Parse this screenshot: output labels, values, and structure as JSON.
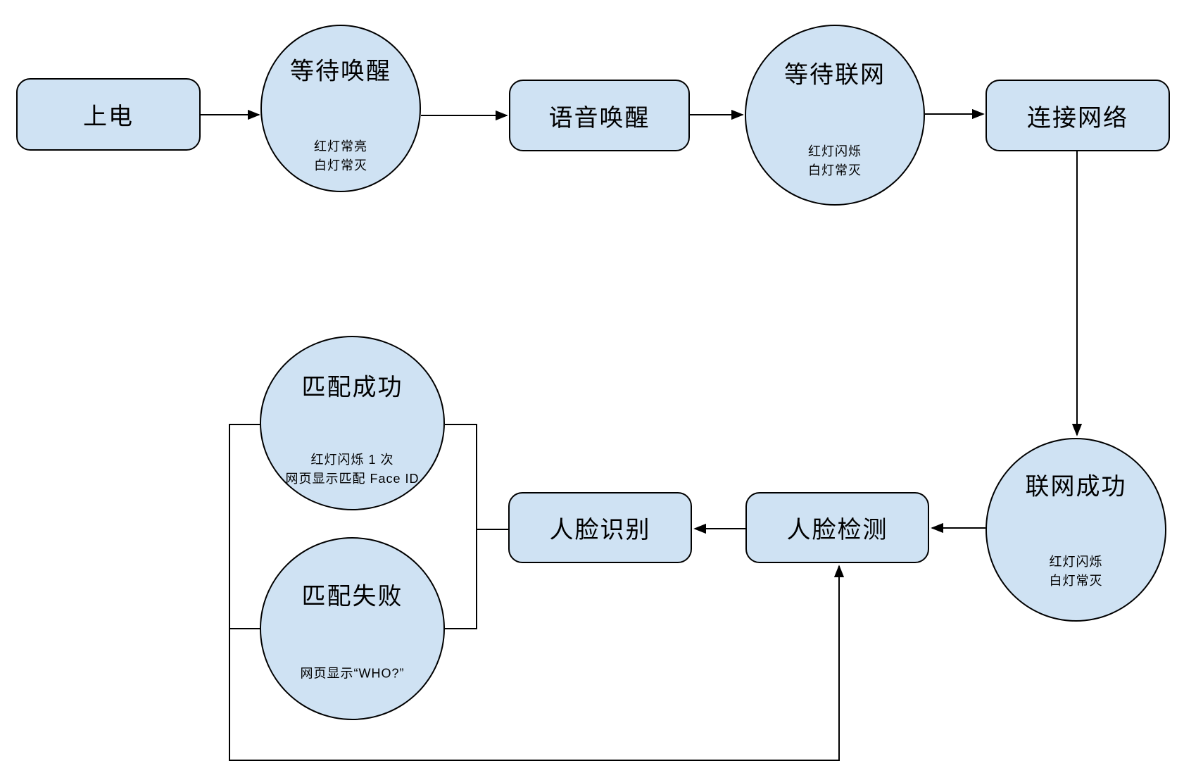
{
  "colors": {
    "node_fill": "#cfe2f3",
    "node_stroke": "#000000",
    "connector": "#000000",
    "background": "#ffffff"
  },
  "nodes": {
    "power_on": {
      "shape": "rectangle",
      "label": "上电"
    },
    "wait_wake": {
      "shape": "circle",
      "label": "等待唤醒",
      "detail": "红灯常亮\n白灯常灭"
    },
    "voice_wake": {
      "shape": "rectangle",
      "label": "语音唤醒"
    },
    "wait_network": {
      "shape": "circle",
      "label": "等待联网",
      "detail": "红灯闪烁\n白灯常灭"
    },
    "connect_network": {
      "shape": "rectangle",
      "label": "连接网络"
    },
    "network_success": {
      "shape": "circle",
      "label": "联网成功",
      "detail": "红灯闪烁\n白灯常灭"
    },
    "face_detect": {
      "shape": "rectangle",
      "label": "人脸检测"
    },
    "face_recognize": {
      "shape": "rectangle",
      "label": "人脸识别"
    },
    "match_success": {
      "shape": "circle",
      "label": "匹配成功",
      "detail": "红灯闪烁 1 次\n网页显示匹配 Face ID"
    },
    "match_fail": {
      "shape": "circle",
      "label": "匹配失败",
      "detail": "网页显示“WHO?”"
    }
  },
  "edges": [
    {
      "from": "上电",
      "to": "等待唤醒",
      "arrow": true
    },
    {
      "from": "等待唤醒",
      "to": "语音唤醒",
      "arrow": true
    },
    {
      "from": "语音唤醒",
      "to": "等待联网",
      "arrow": true
    },
    {
      "from": "等待联网",
      "to": "连接网络",
      "arrow": true
    },
    {
      "from": "连接网络",
      "to": "联网成功",
      "arrow": true
    },
    {
      "from": "联网成功",
      "to": "人脸检测",
      "arrow": true
    },
    {
      "from": "人脸检测",
      "to": "人脸识别",
      "arrow": true
    },
    {
      "from": "人脸识别",
      "to": "匹配成功",
      "arrow": false
    },
    {
      "from": "人脸识别",
      "to": "匹配失败",
      "arrow": false
    },
    {
      "from": "匹配成功",
      "to": "人脸检测",
      "arrow": true
    },
    {
      "from": "匹配失败",
      "to": "人脸检测",
      "arrow": true
    }
  ]
}
